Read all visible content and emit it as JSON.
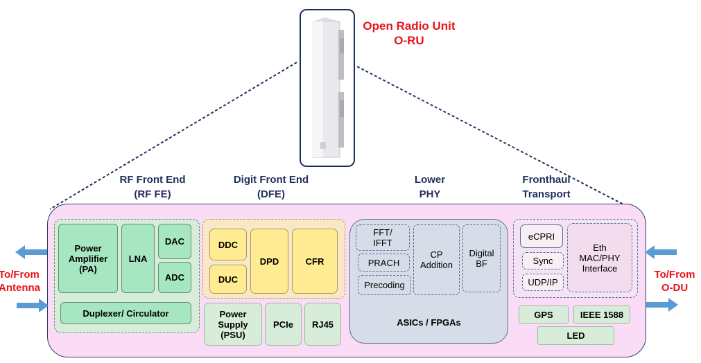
{
  "unit": {
    "title_line1": "Open Radio Unit",
    "title_line2": "O-RU"
  },
  "sections": {
    "rf": {
      "line1": "RF Front End",
      "line2": "(RF FE)"
    },
    "dfe": {
      "line1": "Digit Front End",
      "line2": "(DFE)"
    },
    "phy": {
      "line1": "Lower",
      "line2": "PHY"
    },
    "fh": {
      "line1": "Fronthaul",
      "line2": "Transport"
    }
  },
  "left_label": {
    "line1": "To/From",
    "line2": "Antenna"
  },
  "right_label": {
    "line1": "To/From",
    "line2": "O-DU"
  },
  "rf_blocks": {
    "pa": [
      "Power",
      "Amplifier",
      "(PA)"
    ],
    "lna": "LNA",
    "dac": "DAC",
    "adc": "ADC",
    "duplexer": "Duplexer/ Circulator"
  },
  "dfe_blocks": {
    "ddc": "DDC",
    "duc": "DUC",
    "dpd": "DPD",
    "cfr": "CFR"
  },
  "power_blocks": {
    "psu": [
      "Power",
      "Supply",
      "(PSU)"
    ],
    "pcie": "PCIe",
    "rj45": "RJ45"
  },
  "phy_blocks": {
    "fft": [
      "FFT/",
      "IFFT"
    ],
    "prach": "PRACH",
    "precoding": "Precoding",
    "cp": [
      "CP",
      "Addition"
    ],
    "bf": [
      "Digital",
      "BF"
    ],
    "asics": "ASICs / FPGAs"
  },
  "fh_blocks": {
    "ecpri": "eCPRI",
    "sync": "Sync",
    "udpip": "UDP/IP",
    "eth": [
      "Eth",
      "MAC/PHY",
      "Interface"
    ],
    "gps": "GPS",
    "ieee": "IEEE 1588",
    "led": "LED"
  },
  "colors": {
    "outer_fill": "#fadcf6",
    "rf_group_fill": "#d7ecd9",
    "block_green": "#a6e6c1",
    "block_yellow": "#ffeb91",
    "phy_group_fill": "#d6dce8",
    "label_red": "#e8131b",
    "heading_navy": "#1f2f5c",
    "arrow_blue": "#5b9bd5"
  },
  "icons": [
    "radio-unit-device-icon",
    "arrow-left-icon",
    "arrow-right-icon"
  ]
}
